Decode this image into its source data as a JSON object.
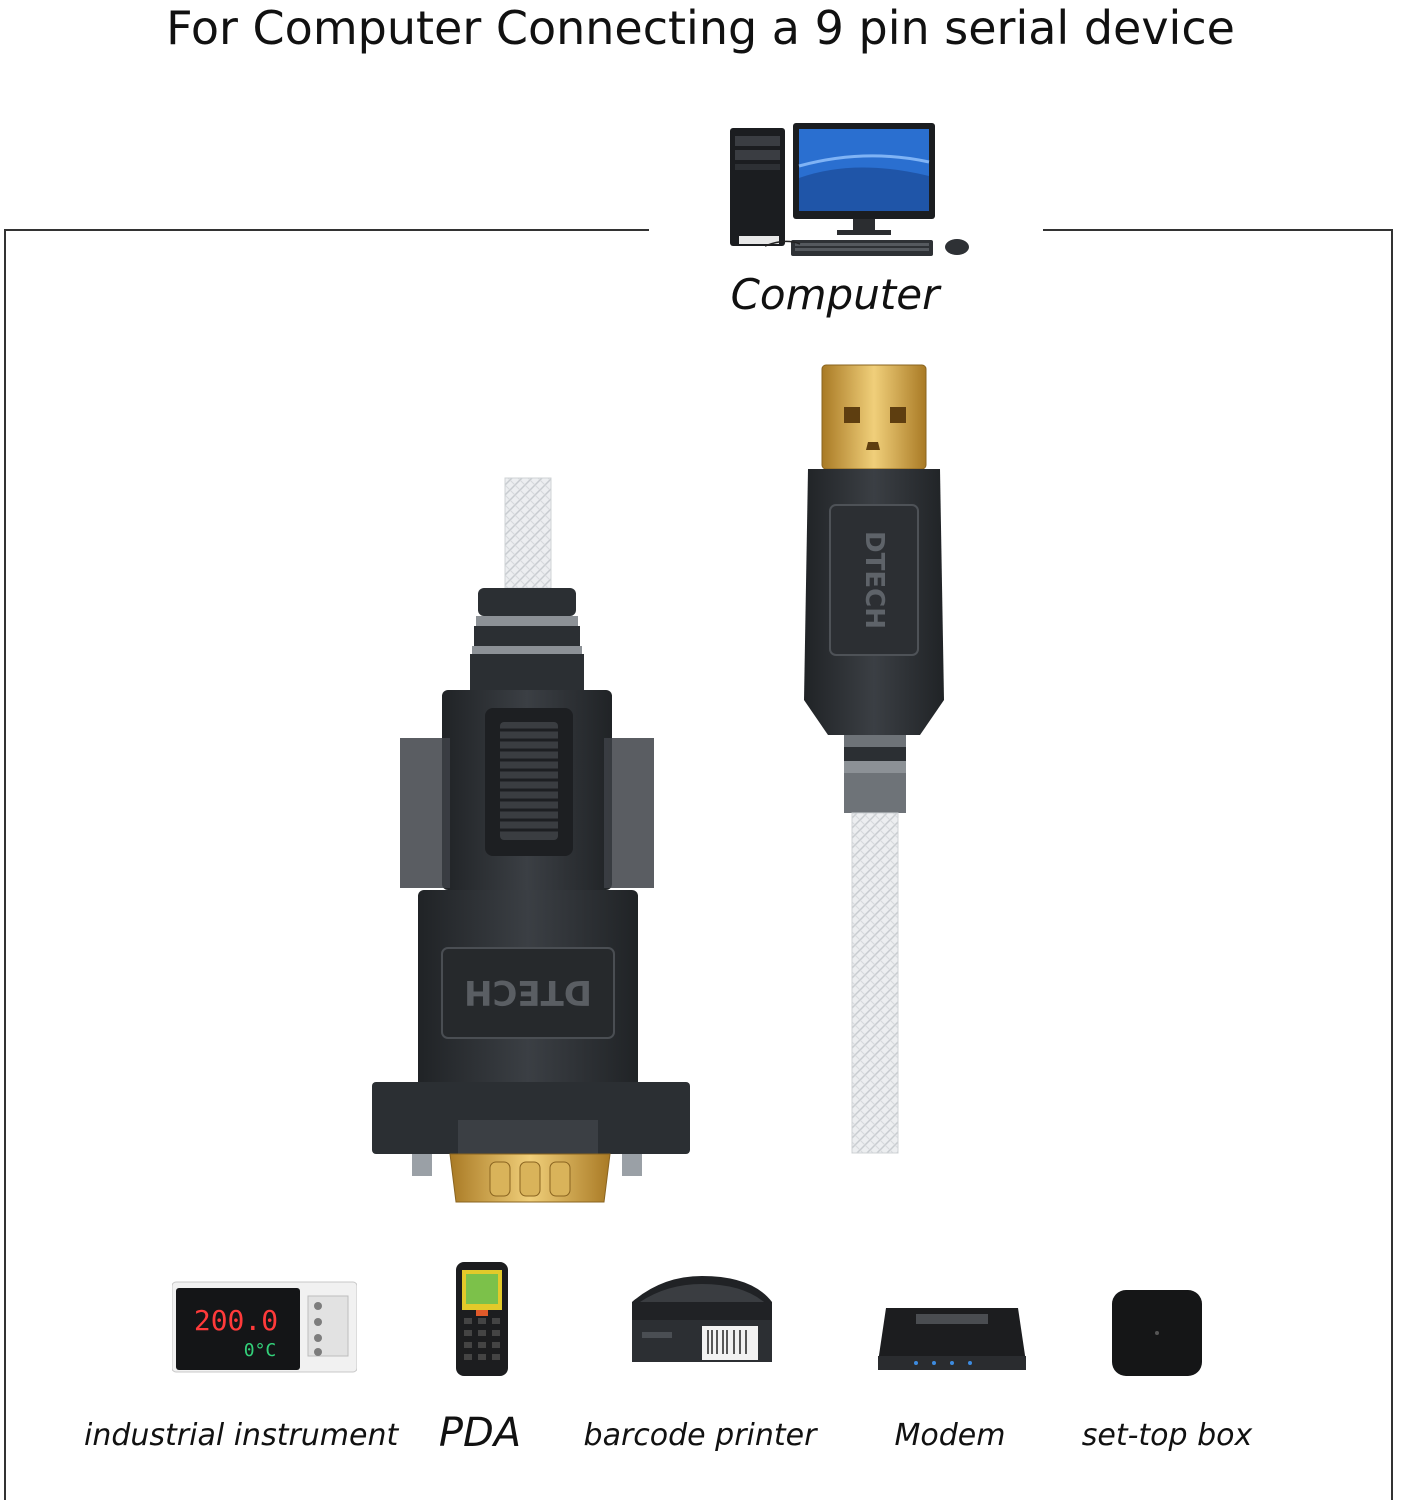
{
  "headline": "For Computer Connecting a 9 pin serial device",
  "computer": {
    "label": "Computer",
    "icon": "desktop-computer-icon"
  },
  "cable": {
    "usb_brand": "DTECH",
    "serial_brand": "DTECH",
    "usb_connector_color": "#c99a3a",
    "cable_color": "#e6e9ea",
    "housing_color": "#2b2f33"
  },
  "instrument_display": {
    "top": "200.0",
    "bottom": "0°C"
  },
  "devices": [
    {
      "label": "industrial instrument",
      "icon": "industrial-instrument-icon"
    },
    {
      "label": "PDA",
      "icon": "pda-icon"
    },
    {
      "label": "barcode printer",
      "icon": "barcode-printer-icon"
    },
    {
      "label": "Modem",
      "icon": "modem-icon"
    },
    {
      "label": "set-top box",
      "icon": "set-top-box-icon"
    }
  ]
}
